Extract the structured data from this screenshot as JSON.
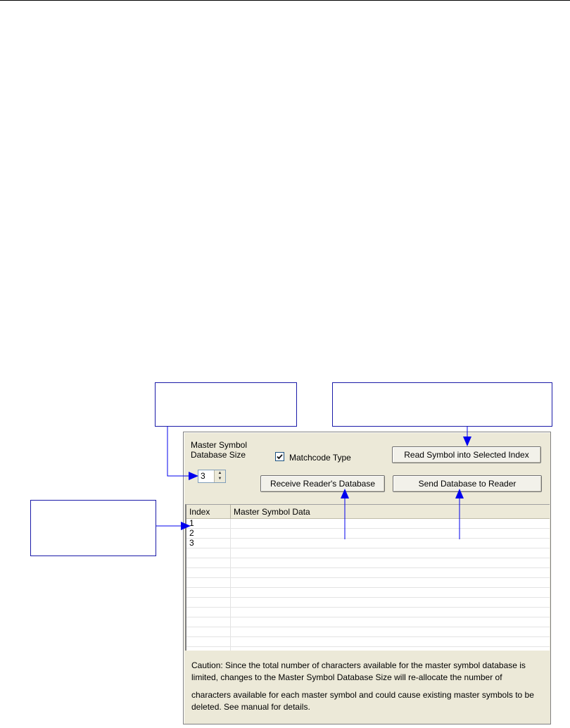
{
  "panel": {
    "size_label_line1": "Master Symbol",
    "size_label_line2": "Database Size",
    "size_value": "3",
    "matchcode_label": "Matchcode Type",
    "matchcode_checked": true,
    "buttons": {
      "read_symbol": "Read Symbol into Selected Index",
      "receive_db": "Receive Reader's Database",
      "send_db": "Send Database to Reader"
    },
    "table": {
      "headers": [
        "Index",
        "Master Symbol Data"
      ],
      "rows": [
        {
          "index": "1",
          "data": ""
        },
        {
          "index": "2",
          "data": ""
        },
        {
          "index": "3",
          "data": ""
        }
      ]
    },
    "caution": {
      "line1": "Caution: Since the total number of characters available for the master symbol database is limited, changes to the Master Symbol Database Size will re-allocate the number of",
      "line2": "characters available for each master symbol and could cause existing master symbols to be deleted. See manual for details."
    }
  },
  "colors": {
    "callout_border": "#1a1aa8",
    "arrow": "#0000ee",
    "panel_bg": "#ece9d8"
  },
  "icons": [
    "check-icon",
    "spin-up-icon",
    "spin-down-icon",
    "arrowhead-icon"
  ]
}
